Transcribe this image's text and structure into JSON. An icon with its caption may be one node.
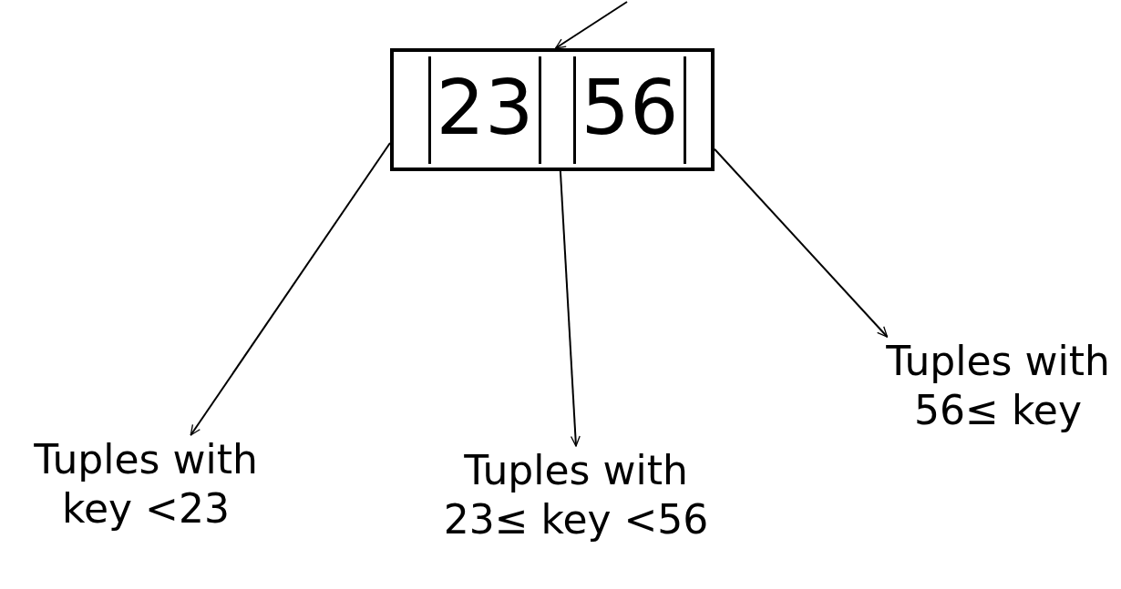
{
  "diagram": {
    "nodes": [
      {
        "text": [],
        "shape": "box"
      },
      {
        "text": [
          "23"
        ],
        "in": 0
      },
      {
        "text": [
          "56"
        ],
        "in": 0
      },
      {
        "text": [
          "Tuples with key <23"
        ]
      },
      {
        "text": [
          "Tuples with 23≤ key <56"
        ]
      },
      {
        "text": [
          "Tuples with 56≤ key"
        ]
      }
    ],
    "edges": [
      {
        "from": null,
        "to": 0,
        "arrow": "to"
      },
      {
        "from": 0,
        "to": 3,
        "arrow": "to"
      },
      {
        "from": 0,
        "to": 4,
        "arrow": "to"
      },
      {
        "from": 0,
        "to": 5,
        "arrow": "to"
      }
    ]
  }
}
